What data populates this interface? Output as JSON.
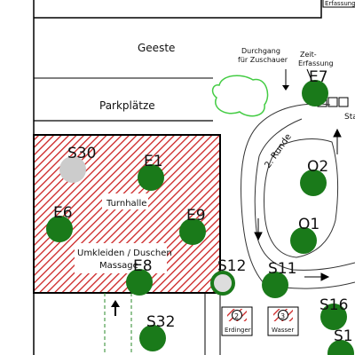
{
  "map": {
    "labels": {
      "geeste": "Geeste",
      "parkplaetze": "Parkplätze",
      "durchgang_line1": "Durchgang",
      "durchgang_line2": "für Zuschauer",
      "zeit_line1": "Zeit-",
      "zeit_line2": "Erfassung",
      "erfassung_top": "Erfassung",
      "runde": "2. Runde",
      "turnhalle": "Turnhalle",
      "umkleiden": "Umkleiden / Duschen",
      "massage": "Massage",
      "start_partial": "Sta",
      "erdinger": "Erdinger",
      "wasser": "Wasser",
      "erdinger_num": "2",
      "wasser_num": "3"
    },
    "markers": [
      {
        "code": "E7",
        "color": "#1a7a1a",
        "style": "filled"
      },
      {
        "code": "S30",
        "color": "#cccccc",
        "style": "filled"
      },
      {
        "code": "E1",
        "color": "#1a7a1a",
        "style": "filled"
      },
      {
        "code": "O2",
        "color": "#1a7a1a",
        "style": "filled"
      },
      {
        "code": "E6",
        "color": "#1a7a1a",
        "style": "filled"
      },
      {
        "code": "E9",
        "color": "#1a7a1a",
        "style": "filled"
      },
      {
        "code": "O1",
        "color": "#1a7a1a",
        "style": "filled"
      },
      {
        "code": "S12",
        "color": "#1a7a1a",
        "style": "ring"
      },
      {
        "code": "E8",
        "color": "#1a7a1a",
        "style": "filled"
      },
      {
        "code": "S11",
        "color": "#1a7a1a",
        "style": "filled"
      },
      {
        "code": "S16",
        "color": "#1a7a1a",
        "style": "filled"
      },
      {
        "code": "S32",
        "color": "#1a7a1a",
        "style": "filled"
      },
      {
        "code": "S1",
        "color": "#1a7a1a",
        "style": "filled"
      }
    ],
    "colors": {
      "hatch": "#cc2222",
      "green": "#1a7a1a",
      "bush": "#44cc44"
    }
  }
}
